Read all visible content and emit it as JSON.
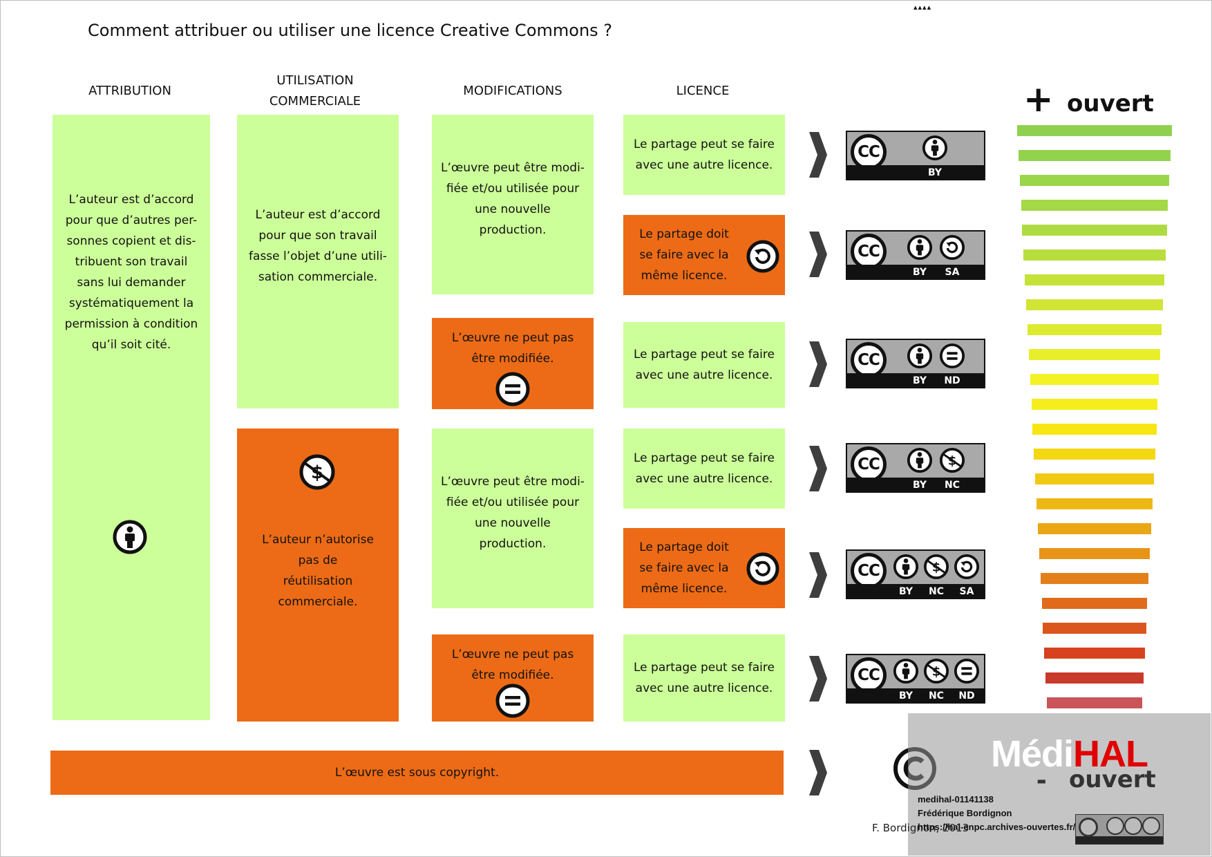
{
  "title": "Comment attribuer ou utiliser une licence Creative Commons ?",
  "corner_marks": "▴▴▴▴",
  "headers": {
    "attribution": "ATTRIBUTION",
    "commercial_line1": "UTILISATION",
    "commercial_line2": "COMMERCIALE",
    "modifications": "MODIFICATIONS",
    "licence": "LICENCE"
  },
  "boxes": {
    "attribution": "L’auteur est d’accord pour que d’autres per-sonnes copient et dis-tribuent son travail sans lui demander systématiquement la permission à condition qu’il soit cité.",
    "commercial_yes": "L’auteur est d’accord pour que son travail fasse l’objet d’une utili-sation commerciale.",
    "commercial_no": "L’auteur n’autorise pas de réutilisation commerciale.",
    "mod_yes_1": "L’œuvre peut être modi-fiée et/ou utilisée pour une nouvelle production.",
    "mod_no_1": "L’œuvre ne peut pas être modifiée.",
    "mod_yes_2": "L’œuvre peut être modi-fiée et/ou utilisée pour une nouvelle production.",
    "mod_no_2": "L’œuvre ne peut pas être modifiée.",
    "lic_1": "Le partage peut se faire avec une autre licence.",
    "lic_2": "Le partage doit se faire avec la même licence.",
    "lic_3": "Le partage peut se faire avec une autre licence.",
    "lic_4": "Le partage peut se faire avec une autre licence.",
    "lic_5": "Le partage doit se faire avec la même licence.",
    "lic_6": "Le partage peut se faire avec une autre licence.",
    "copyright": "L’œuvre est sous copyright."
  },
  "badges": [
    {
      "cc": "CC",
      "labels": [
        "BY"
      ]
    },
    {
      "cc": "CC",
      "labels": [
        "BY",
        "SA"
      ]
    },
    {
      "cc": "CC",
      "labels": [
        "BY",
        "ND"
      ]
    },
    {
      "cc": "CC",
      "labels": [
        "BY",
        "NC"
      ]
    },
    {
      "cc": "CC",
      "labels": [
        "BY",
        "NC",
        "SA"
      ]
    },
    {
      "cc": "CC",
      "labels": [
        "BY",
        "NC",
        "ND"
      ]
    }
  ],
  "scale": {
    "plus_sign": "+",
    "top_label": "ouvert",
    "minus_sign": "-",
    "bottom_label": "ouvert",
    "colors": [
      "#8fd14f",
      "#93d24c",
      "#9bd54a",
      "#a4d846",
      "#aedb42",
      "#b8de3e",
      "#c4e23a",
      "#d0e536",
      "#dcea30",
      "#e8ee2a",
      "#f2f224",
      "#f6ee1c",
      "#f7e614",
      "#f4d812",
      "#f1c914",
      "#eeb814",
      "#eba616",
      "#e89418",
      "#e4801a",
      "#e06b1b",
      "#db561c",
      "#d6421e",
      "#c93a2a",
      "#c9545a"
    ]
  },
  "credits": {
    "author_line": "F. Bordignon, 2013",
    "brand_light": "Médi",
    "brand_red": "HAL",
    "id": "medihal-01141138",
    "name": "Frédérique Bordignon",
    "url": "https://hal-enpc.archives-ouvertes.fr/medihal-01141138"
  },
  "colors": {
    "green": "#ccff99",
    "orange": "#ed6b16",
    "badge_grey": "#a9a9a9"
  }
}
